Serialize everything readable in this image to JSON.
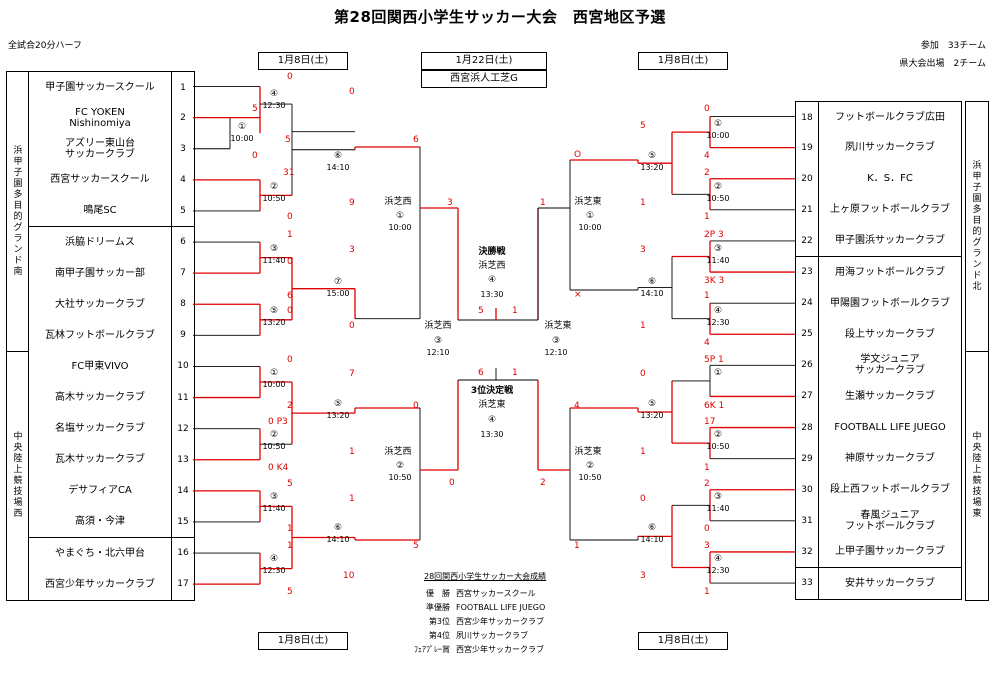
{
  "header": {
    "title": "第28回関西小学生サッカー大会　西宮地区予選",
    "match_format": "全試合20分ハーフ",
    "participants": "参加　33チーム",
    "qualifiers": "県大会出場　2チーム"
  },
  "dates": {
    "top_left": "1月8日(土)",
    "top_center": "1月22日(土)",
    "top_center_venue": "西宮浜人工芝G",
    "top_right": "1月8日(土)",
    "bottom_left": "1月8日(土)",
    "bottom_right": "1月8日(土)"
  },
  "venues": {
    "left_top": "浜甲子園多目的グランド南",
    "left_bottom": "中央陸上競技場西",
    "right_top": "浜甲子園多目的グランド北",
    "right_bottom": "中央陸上競技場東"
  },
  "left_teams": [
    {
      "no": "1",
      "name": "甲子園サッカースクール"
    },
    {
      "no": "2",
      "name": "FC YOKEN\nNishinomiya"
    },
    {
      "no": "3",
      "name": "アズリー東山台\nサッカークラブ"
    },
    {
      "no": "4",
      "name": "西宮サッカースクール"
    },
    {
      "no": "5",
      "name": "鳴尾SC"
    },
    {
      "no": "6",
      "name": "浜脇ドリームス"
    },
    {
      "no": "7",
      "name": "南甲子園サッカー部"
    },
    {
      "no": "8",
      "name": "大社サッカークラブ"
    },
    {
      "no": "9",
      "name": "瓦林フットボールクラブ"
    },
    {
      "no": "10",
      "name": "FC甲東VIVO"
    },
    {
      "no": "11",
      "name": "高木サッカークラブ"
    },
    {
      "no": "12",
      "name": "名塩サッカークラブ"
    },
    {
      "no": "13",
      "name": "瓦木サッカークラブ"
    },
    {
      "no": "14",
      "name": "デサフィアCA"
    },
    {
      "no": "15",
      "name": "高須・今津"
    },
    {
      "no": "16",
      "name": "やまぐち・北六甲台"
    },
    {
      "no": "17",
      "name": "西宮少年サッカークラブ"
    }
  ],
  "right_teams": [
    {
      "no": "18",
      "name": "フットボールクラブ広田"
    },
    {
      "no": "19",
      "name": "夙川サッカークラブ"
    },
    {
      "no": "20",
      "name": "K．S．FC"
    },
    {
      "no": "21",
      "name": "上ヶ原フットボールクラブ"
    },
    {
      "no": "22",
      "name": "甲子園浜サッカークラブ"
    },
    {
      "no": "23",
      "name": "用海フットボールクラブ"
    },
    {
      "no": "24",
      "name": "甲陽園フットボールクラブ"
    },
    {
      "no": "25",
      "name": "段上サッカークラブ"
    },
    {
      "no": "26",
      "name": "学文ジュニア\nサッカークラブ"
    },
    {
      "no": "27",
      "name": "生瀬サッカークラブ"
    },
    {
      "no": "28",
      "name": "FOOTBALL LIFE JUEGO"
    },
    {
      "no": "29",
      "name": "神原サッカークラブ"
    },
    {
      "no": "30",
      "name": "段上西フットボールクラブ"
    },
    {
      "no": "31",
      "name": "春風ジュニア\nフットボールクラブ"
    },
    {
      "no": "32",
      "name": "上甲子園サッカークラブ"
    },
    {
      "no": "33",
      "name": "安井サッカークラブ"
    }
  ],
  "matches": {
    "L_r0": {
      "no": "①",
      "time": "10:00"
    },
    "L_r1a": {
      "no": "④",
      "time": "12:30"
    },
    "L_r1b": {
      "no": "②",
      "time": "10:50"
    },
    "L_r1c": {
      "no": "③",
      "time": "11:40"
    },
    "L_r1d": {
      "no": "⑤",
      "time": "13:20"
    },
    "L_r2a": {
      "no": "⑥",
      "time": "14:10"
    },
    "L_r2b": {
      "no": "⑦",
      "time": "15:00"
    },
    "L_r3a": {
      "no": "①",
      "time": "10:00",
      "winner": "浜芝西"
    },
    "L_b1a": {
      "no": "①",
      "time": "10:00"
    },
    "L_b1b": {
      "no": "②",
      "time": "10:50"
    },
    "L_b1c": {
      "no": "③",
      "time": "11:40"
    },
    "L_b1d": {
      "no": "④",
      "time": "12:30"
    },
    "L_b2a": {
      "no": "⑤",
      "time": "13:20"
    },
    "L_b2b": {
      "no": "⑥",
      "time": "14:10"
    },
    "L_b3a": {
      "no": "②",
      "time": "10:50",
      "winner": "浜芝西"
    },
    "L_semi": {
      "no": "③",
      "time": "12:10",
      "winner": "浜芝西"
    },
    "R_r1a": {
      "no": "①",
      "time": "10:00"
    },
    "R_r1b": {
      "no": "②",
      "time": "10:50"
    },
    "R_r1c": {
      "no": "③",
      "time": "11:40"
    },
    "R_r1d": {
      "no": "④",
      "time": "12:30"
    },
    "R_r2a": {
      "no": "⑤",
      "time": "13:20"
    },
    "R_r2b": {
      "no": "⑥",
      "time": "14:10"
    },
    "R_r3a": {
      "no": "①",
      "time": "10:00",
      "winner": "浜芝東"
    },
    "R_b0": {
      "no": "①",
      "time": ""
    },
    "R_b1a": {
      "no": "②",
      "time": "10:50"
    },
    "R_b1b": {
      "no": "③",
      "time": "11:40"
    },
    "R_b1c": {
      "no": "④",
      "time": "12:30"
    },
    "R_b2a": {
      "no": "⑤",
      "time": "13:20"
    },
    "R_b2b": {
      "no": "⑥",
      "time": "14:10"
    },
    "R_b3a": {
      "no": "②",
      "time": "10:50",
      "winner": "浜芝東"
    },
    "R_semi": {
      "no": "③",
      "time": "12:10",
      "winner": "浜芝東"
    },
    "final": {
      "label": "決勝戦",
      "winner": "浜芝西",
      "no": "④",
      "time": "13:30"
    },
    "third": {
      "label": "3位決定戦",
      "winner": "浜芝東",
      "no": "④",
      "time": "13:30"
    }
  },
  "scores": {
    "L1": "0",
    "L2a": "5",
    "L3": "0",
    "L4": "31",
    "L5": "0",
    "L6": "1",
    "L7": "0",
    "L8": "6",
    "L9": "0",
    "L12": "0",
    "L45": "9",
    "L67": "3",
    "L89": "0",
    "L1_2": "0",
    "L2_3_1": "5",
    "L123": "6",
    "L4567": "3",
    "L10": "0",
    "L11": "2",
    "L12b": "0 P3",
    "L13": "0 K4",
    "L14": "5",
    "L15": "1",
    "L16": "1",
    "L17": "5",
    "L10_11": "7",
    "L12_13": "1",
    "L14_15": "1",
    "L16_17": "10",
    "L1011": "0",
    "L1417": "5",
    "L_b_final": "0",
    "R18": "0",
    "R19": "4",
    "R20": "2",
    "R21": "1",
    "R22": "2P 3",
    "R23": "3K 3",
    "R24": "1",
    "R25": "4",
    "R1819": "5",
    "R2021": "1",
    "R2223": "3",
    "R2425": "1",
    "R_top1": "O",
    "R_top2": "×",
    "R_semi_top": "1",
    "R26": "5P 1",
    "R27": "6K 1",
    "R28": "17",
    "R29": "1",
    "R30": "2",
    "R31": "0",
    "R32": "3",
    "R33": "1",
    "R2627": "0",
    "R2829": "1",
    "R3031": "0",
    "R3233": "3",
    "R2629": "4",
    "R3033": "1",
    "R_b_final": "2",
    "F_L": "5",
    "F_R": "1",
    "T_L": "6",
    "T_R": "1"
  },
  "results": {
    "heading": "28回関西小学生サッカー大会成績",
    "rows": [
      {
        "rank": "優　勝",
        "team": "西宮サッカースクール"
      },
      {
        "rank": "準優勝",
        "team": "FOOTBALL LIFE JUEGO"
      },
      {
        "rank": "第3位",
        "team": "西宮少年サッカークラブ"
      },
      {
        "rank": "第4位",
        "team": "夙川サッカークラブ"
      },
      {
        "rank": "ﾌｪｱﾌﾟﾚｰ賞",
        "team": "西宮少年サッカークラブ"
      }
    ]
  }
}
